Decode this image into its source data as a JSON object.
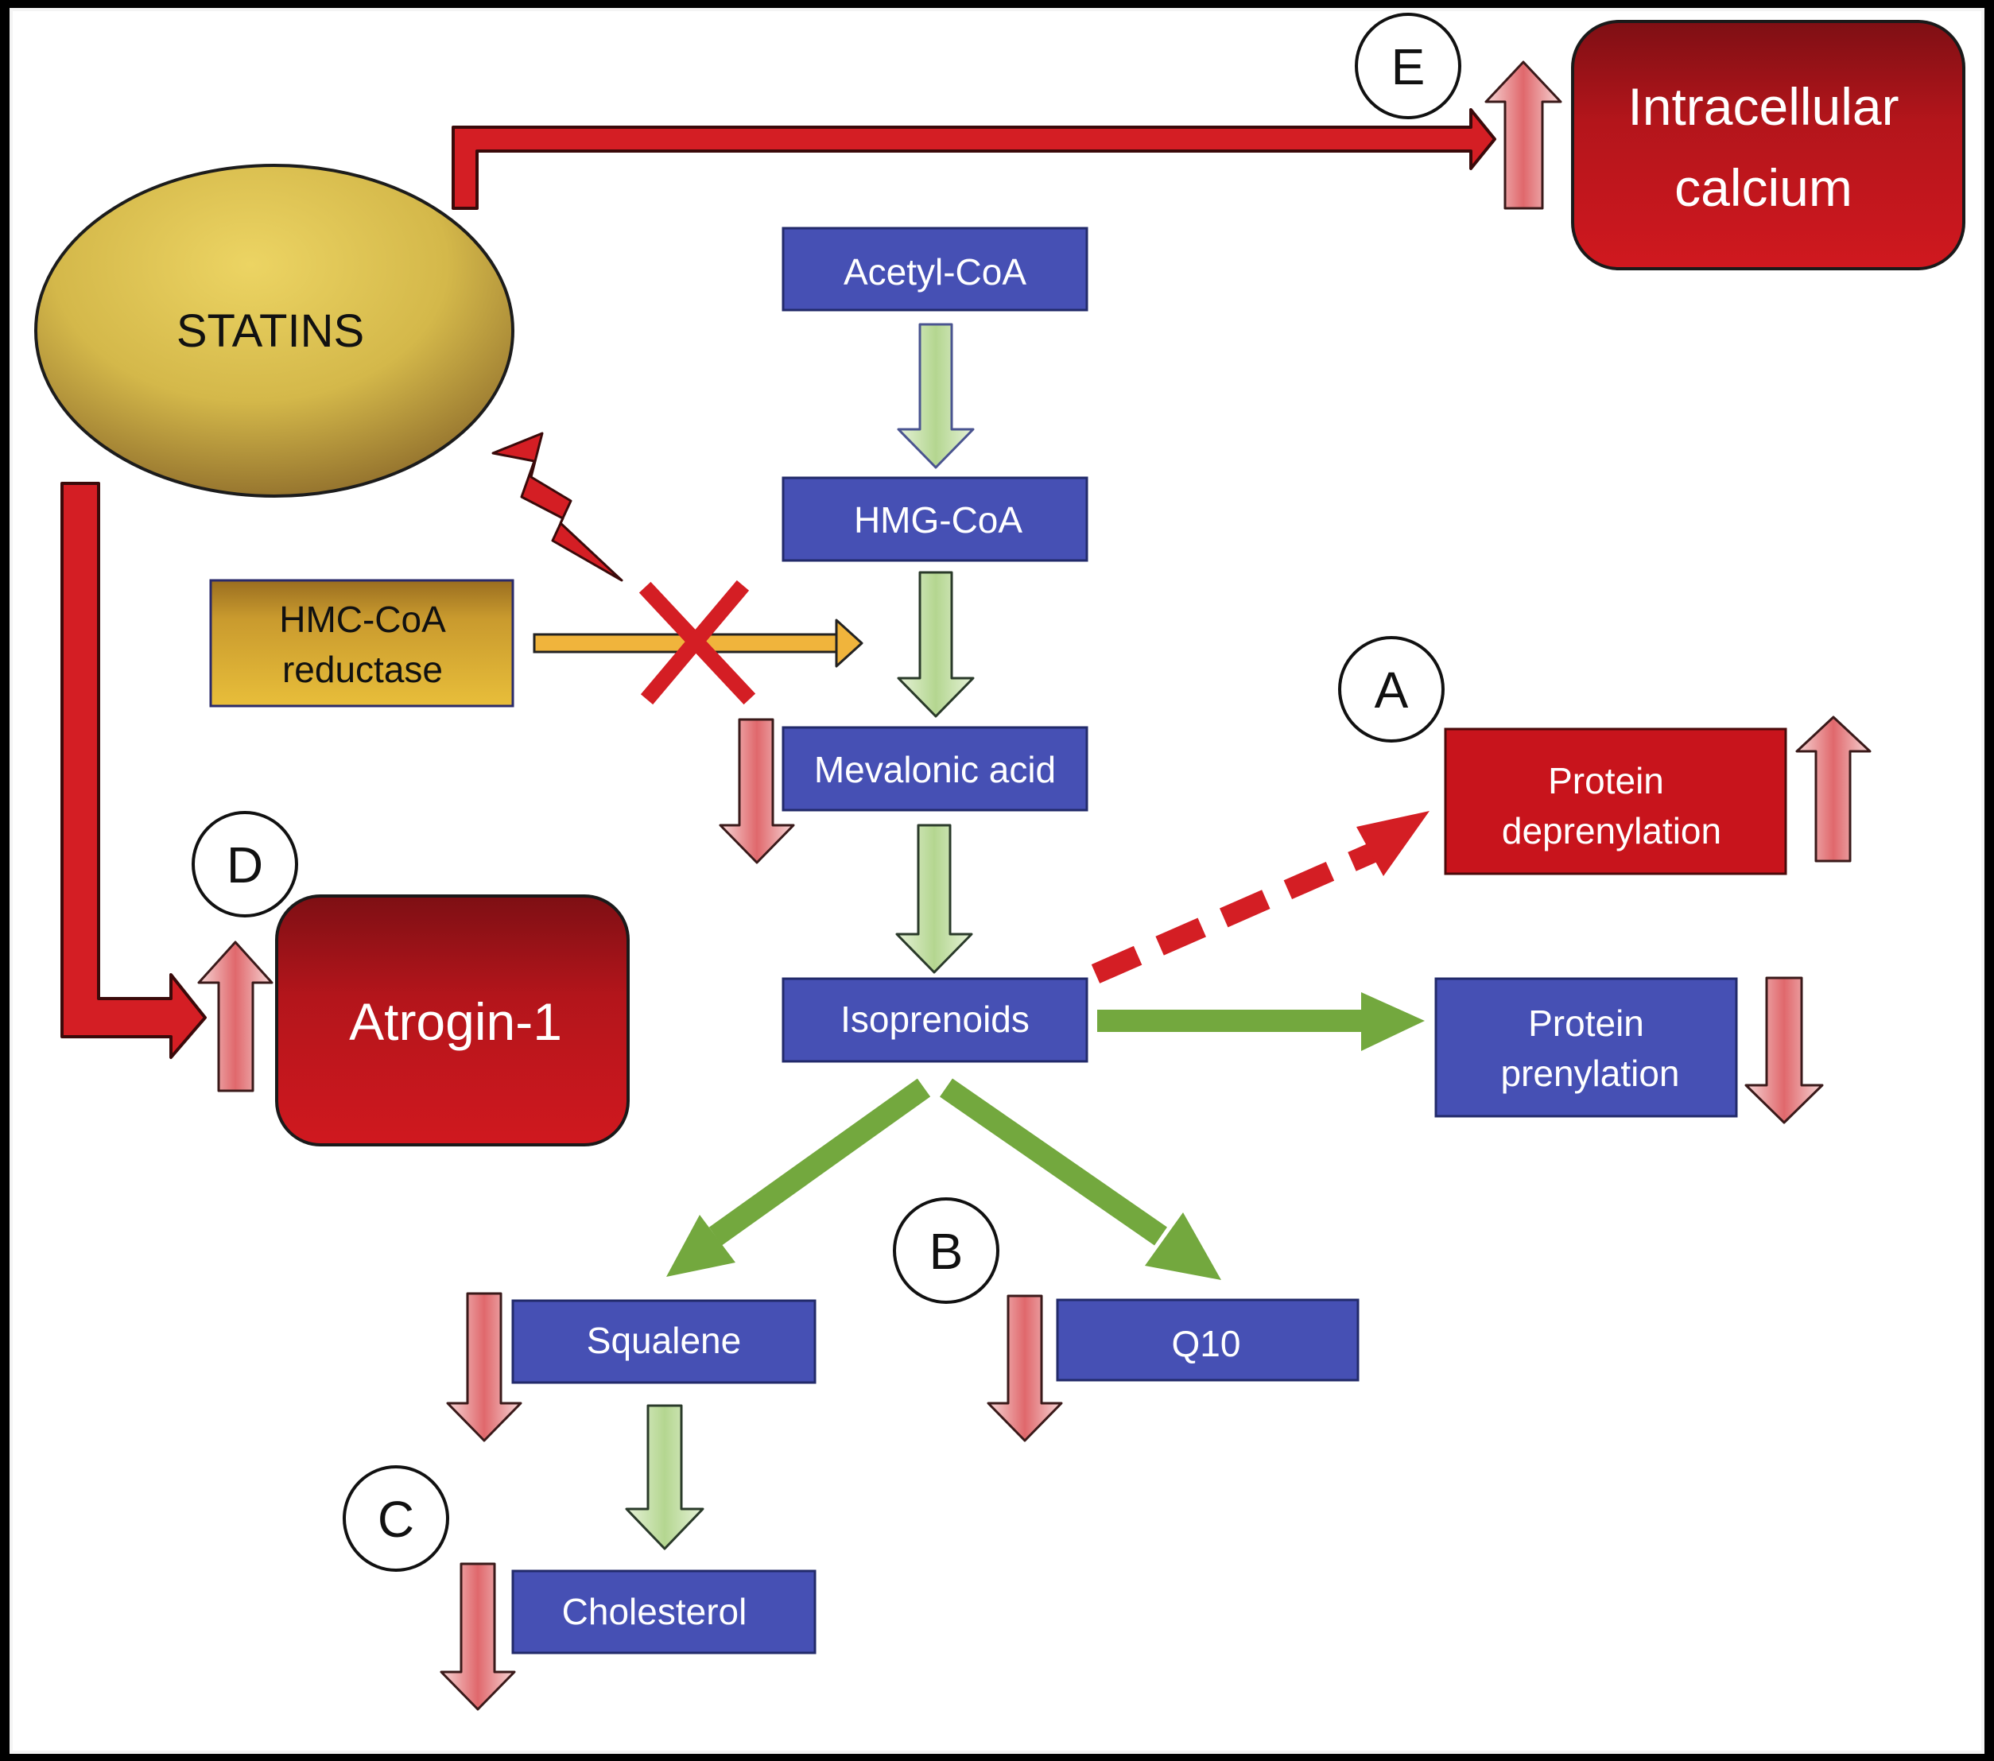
{
  "nodes": {
    "statins": "STATINS",
    "acetyl": "Acetyl-CoA",
    "hmg": "HMG-CoA",
    "reductase_line1": "HMC-CoA",
    "reductase_line2": "reductase",
    "mevalonic": "Mevalonic acid",
    "isoprenoids": "Isoprenoids",
    "squalene": "Squalene",
    "cholesterol": "Cholesterol",
    "q10": "Q10",
    "deprenylation_line1": "Protein",
    "deprenylation_line2": "deprenylation",
    "prenylation_line1": "Protein",
    "prenylation_line2": "prenylation",
    "atrogin": "Atrogin-1",
    "calcium_line1": "Intracellular",
    "calcium_line2": "calcium"
  },
  "markers": {
    "a": "A",
    "b": "B",
    "c": "C",
    "d": "D",
    "e": "E"
  },
  "colors": {
    "blue_box": "#4650b4",
    "red_box": "#c8141c",
    "dark_red_box": "#a5151a",
    "statins_ellipse": "#d4b84a",
    "reductase_box": "#d6a832",
    "green_arrow": "#73a83e",
    "red_arrow": "#d41e24",
    "orange_arrow": "#f0b43c"
  }
}
